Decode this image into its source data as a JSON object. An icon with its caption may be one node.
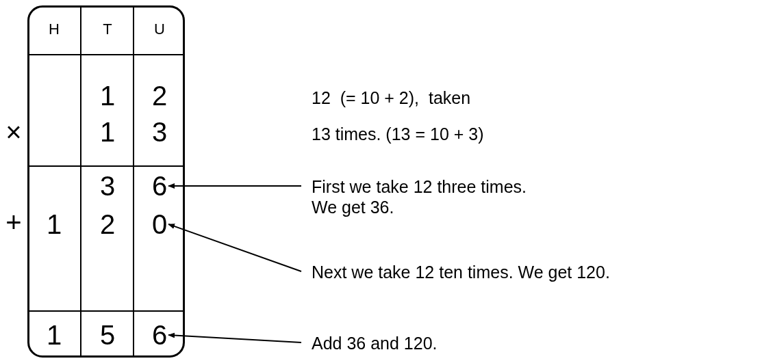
{
  "diagram": {
    "nodes": [
      {
        "text": [
          "6"
        ]
      },
      {
        "text": [
          "First we take 12 three times. We get 36."
        ]
      },
      {
        "text": [
          "0"
        ]
      },
      {
        "text": [
          "Next we take 12 ten times. We get 120."
        ]
      },
      {
        "text": [
          "6"
        ]
      },
      {
        "text": [
          "Add 36 and 120."
        ]
      }
    ],
    "edges": [
      {
        "from": 1,
        "to": 0,
        "arrow": "to"
      },
      {
        "from": 3,
        "to": 2,
        "arrow": "to"
      },
      {
        "from": 5,
        "to": 4,
        "arrow": "to"
      }
    ],
    "labels": [
      "H",
      "T",
      "U",
      "1",
      "2",
      "12  (= 10 + 2),  taken",
      "×",
      "1",
      "3",
      "13 times. (13 = 10 + 3)",
      "3",
      "+",
      "1",
      "2",
      "1",
      "5"
    ]
  }
}
